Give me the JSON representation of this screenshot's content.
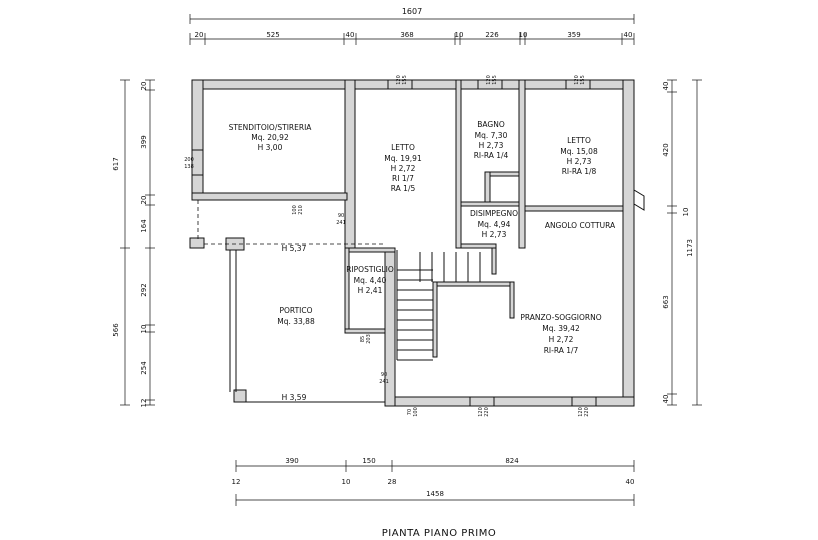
{
  "title": "PIANTA  PIANO  PRIMO",
  "dimensions": {
    "top_total": "1607",
    "top_segments": [
      "20",
      "525",
      "40",
      "368",
      "10",
      "226",
      "10",
      "359",
      "40"
    ],
    "bottom_segments_upper": [
      "390",
      "150",
      "824"
    ],
    "bottom_segments_lower": [
      "12",
      "10",
      "28",
      "40"
    ],
    "bottom_total": "1458",
    "left_outer": [
      "617",
      "566"
    ],
    "left_inner": [
      "20",
      "399",
      "20",
      "164",
      "292",
      "10",
      "254",
      "12"
    ],
    "right_outer": "1173",
    "right_inner": [
      "40",
      "420",
      "10",
      "663",
      "40"
    ]
  },
  "rooms": [
    {
      "name": "STENDITOIO/STIRERIA",
      "lines": [
        "Mq. 20,92",
        "H 3,00"
      ]
    },
    {
      "name": "LETTO",
      "lines": [
        "Mq. 19,91",
        "H 2,72",
        "RI 1/7",
        "RA 1/5"
      ]
    },
    {
      "name": "BAGNO",
      "lines": [
        "Mq. 7,30",
        "H 2,73",
        "RI-RA 1/4"
      ]
    },
    {
      "name": "LETTO",
      "lines": [
        "Mq. 15,08",
        "H 2,73",
        "RI-RA 1/8"
      ]
    },
    {
      "name": "DISIMPEGNO",
      "lines": [
        "Mq. 4,94",
        "H 2,73"
      ]
    },
    {
      "name": "ANGOLO COTTURA",
      "lines": []
    },
    {
      "name": "RIPOSTIGLIO",
      "lines": [
        "Mq. 4,40",
        "H 2,41"
      ]
    },
    {
      "name": "PORTICO",
      "lines": [
        "Mq. 33,88"
      ]
    },
    {
      "name": "PRANZO-SOGGIORNO",
      "lines": [
        "Mq. 39,42",
        "H 2,72",
        "RI-RA 1/7"
      ]
    }
  ],
  "heights": [
    "H 5,37",
    "H 3,59"
  ],
  "openings": [
    {
      "w": "120",
      "h": "155"
    },
    {
      "w": "120",
      "h": "155"
    },
    {
      "w": "120",
      "h": "155"
    },
    {
      "w": "200",
      "h": "138"
    },
    {
      "w": "100",
      "h": "210"
    },
    {
      "w": "90",
      "h": "241"
    },
    {
      "w": "85",
      "h": "203"
    },
    {
      "w": "90",
      "h": "241"
    },
    {
      "w": "70",
      "h": "100"
    },
    {
      "w": "120",
      "h": "220"
    },
    {
      "w": "120",
      "h": "220"
    }
  ]
}
